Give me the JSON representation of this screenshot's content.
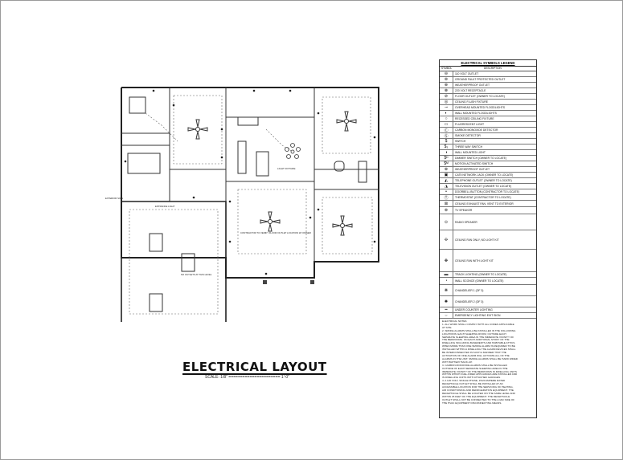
{
  "drawing": {
    "title": "ELECTRICAL LAYOUT",
    "scale": "SCALE: 1/8\" ====================== 1'-0\"",
    "labels": {
      "kitchen_note": "LIGHT FIXTURE",
      "great_room_note": "CONTRACTOR TO VERIFY FLOOR OUTLET LOCATION W/ OWNER",
      "exterior_note": "EXTERIOR SIGN",
      "garage_note": "NO OUTLETS AT THIS LEVEL",
      "entry_note": "ENTRANCE LIGHT"
    }
  },
  "legend": {
    "title": "ELECTRICAL SYMBOLS LEGEND",
    "col_symbol": "SYMBOL",
    "col_description": "DESCRIPTION",
    "rows": [
      {
        "symbol": "⊖",
        "text": "110 VOLT OUTLET"
      },
      {
        "symbol": "⊜",
        "text": "GROUND FAULT PROTECTED OUTLET"
      },
      {
        "symbol": "⊕",
        "text": "WEATHERPROOF OUTLET"
      },
      {
        "symbol": "⊗",
        "text": "220 VOLT RECEPTACLE"
      },
      {
        "symbol": "⊘",
        "text": "FLOOR OUTLET (OWNER TO LOCATE)"
      },
      {
        "symbol": "◎",
        "text": "CEILING FLUSH FIXTURE"
      },
      {
        "symbol": "⊸",
        "text": "OVERHEAD MOUNTED FLOODLIGHTS"
      },
      {
        "symbol": "◐",
        "text": "WALL MOUNTED FLOODLIGHTS"
      },
      {
        "symbol": "○",
        "text": "RECESSED CEILING FIXTURE"
      },
      {
        "symbol": "▭",
        "text": "FLUORESCENT LIGHT"
      },
      {
        "symbol": "Ⓒ",
        "text": "CARBON MONOXIDE DETECTOR"
      },
      {
        "symbol": "Ⓢ",
        "text": "SMOKE DETECTOR"
      },
      {
        "symbol": "$",
        "text": "SWITCH"
      },
      {
        "symbol": "$₃",
        "text": "THREE WAY SWITCH"
      },
      {
        "symbol": "◑",
        "text": "WALL MOUNTED LIGHT"
      },
      {
        "symbol": "$ᴰ",
        "text": "DIMMER SWITCH (OWNER TO LOCATE)"
      },
      {
        "symbol": "$ᴹ",
        "text": "MOTION ACTIVATED SWITCH"
      },
      {
        "symbol": "⊕",
        "text": "WEATHERPROOF OUTLET"
      },
      {
        "symbol": "▣",
        "text": "CAT5 NETWORK JACK (OWNER TO LOCATE)"
      },
      {
        "symbol": "◭",
        "text": "TELEPHONE OUTLET (OWNER TO LOCATE)"
      },
      {
        "symbol": "◮",
        "text": "TELEVISION OUTLET (OWNER TO LOCATE)"
      },
      {
        "symbol": "•",
        "text": "DOORBELL BUTTON (CONTRACTOR TO LOCATE)"
      },
      {
        "symbol": "Ⓣ",
        "text": "THERMOSTAT (CONTRACTOR TO LOCATE)"
      },
      {
        "symbol": "⊠",
        "text": "CEILING EXHAUST FAN, VENT TO EXTERIOR"
      },
      {
        "symbol": "⊛",
        "text": "TV SPEAKER"
      },
      {
        "symbol": "⊙",
        "text": "RADIO SPEAKER"
      },
      {
        "symbol": "✣",
        "text": "CEILING FAN ONLY, NO LIGHT KIT"
      },
      {
        "symbol": "✤",
        "text": "CEILING FAN WITH LIGHT KIT"
      },
      {
        "symbol": "▬",
        "text": "TRACK LIGHTING (OWNER TO LOCATE)"
      },
      {
        "symbol": "◔",
        "text": "WALL SCONCE (OWNER TO LOCATE)"
      },
      {
        "symbol": "❋",
        "text": "CHANDELIER 1 (OF 3)"
      },
      {
        "symbol": "✺",
        "text": "CHANDELIER 2 (OF 3)"
      },
      {
        "symbol": "━",
        "text": "UNDER COUNTER LIGHTING"
      },
      {
        "symbol": "⇔",
        "text": "EMERGENCY LIGHTING EXIT SIGN"
      }
    ],
    "notes": [
      "ELECTRICAL NOTES",
      "1. ALL WORK SHALL COMPLY WITH ALL CODES APPLICABLE",
      "AT SITE.",
      "2. SMOKE ALARMS SHALL BE INSTALLED IN THE FOLLOWING",
      "LOCATIONS: EACH SLEEPING ROOM, OUTSIDE EACH",
      "SEPARATE SLEEPING AREA IN THE IMMEDIATE VICINITY OF",
      "THE BEDROOMS. ON EACH ADDITIONAL STORY OF THE",
      "DWELLING INCLUDING BASEMENTS AND HABITABLE ATTICS.",
      "WHEN MORE THAN ONE SMOKE ALARM IS REQUIRED TO BE",
      "INSTALLED WITHIN A DWELLING THE ALARM DEVICES SHALL",
      "BE INTERCONNECTED IN SUCH A MANNER THAT THE",
      "ACTIVATION OF ONE ALARM WILL ACTIVATE ALL OF THE",
      "ALARMS IN THE UNIT. SMOKE ALARMS SHALL BE HARD WIRED",
      "WITH BATTERY BACK-UP.",
      "3. CARBON MONOXIDE ALARMS SHALL BE INSTALLED",
      "OUTSIDE OF EACH SEPARATE SLEEPING AREA IN THE",
      "IMMEDIATE VICINITY OF THE BEDROOMS IN DWELLING UNITS",
      "WITHIN WHICH FUEL-FIRED APPLIANCES ARE INSTALLED AND",
      "IN DWELLING UNITS WITH ATTACHED GARAGES.",
      "4. A 120 VOLT, SINGLE PHASE, 15/20 AMPERE RATED",
      "RECEPTACLE OUTLET SHALL BE INSTALLED AT AN",
      "ACCESSIBLE LOCATION FOR THE SERVICING OF HEATING,",
      "AIR CONDITIONING AND REFRIGERATION EQUIPMENT. THE",
      "RECEPTACLE SHALL BE LOCATED ON THE SAME LEVEL AND",
      "WITHIN 25 FEET OF THE EQUIPMENT. THE RECEPTACLE",
      "OUTLET SHALL NOT BE CONNECTED TO THE LOAD SIDE OF",
      "THE HVAC EQUIPMENT DISCONNECTING MEANS."
    ]
  }
}
